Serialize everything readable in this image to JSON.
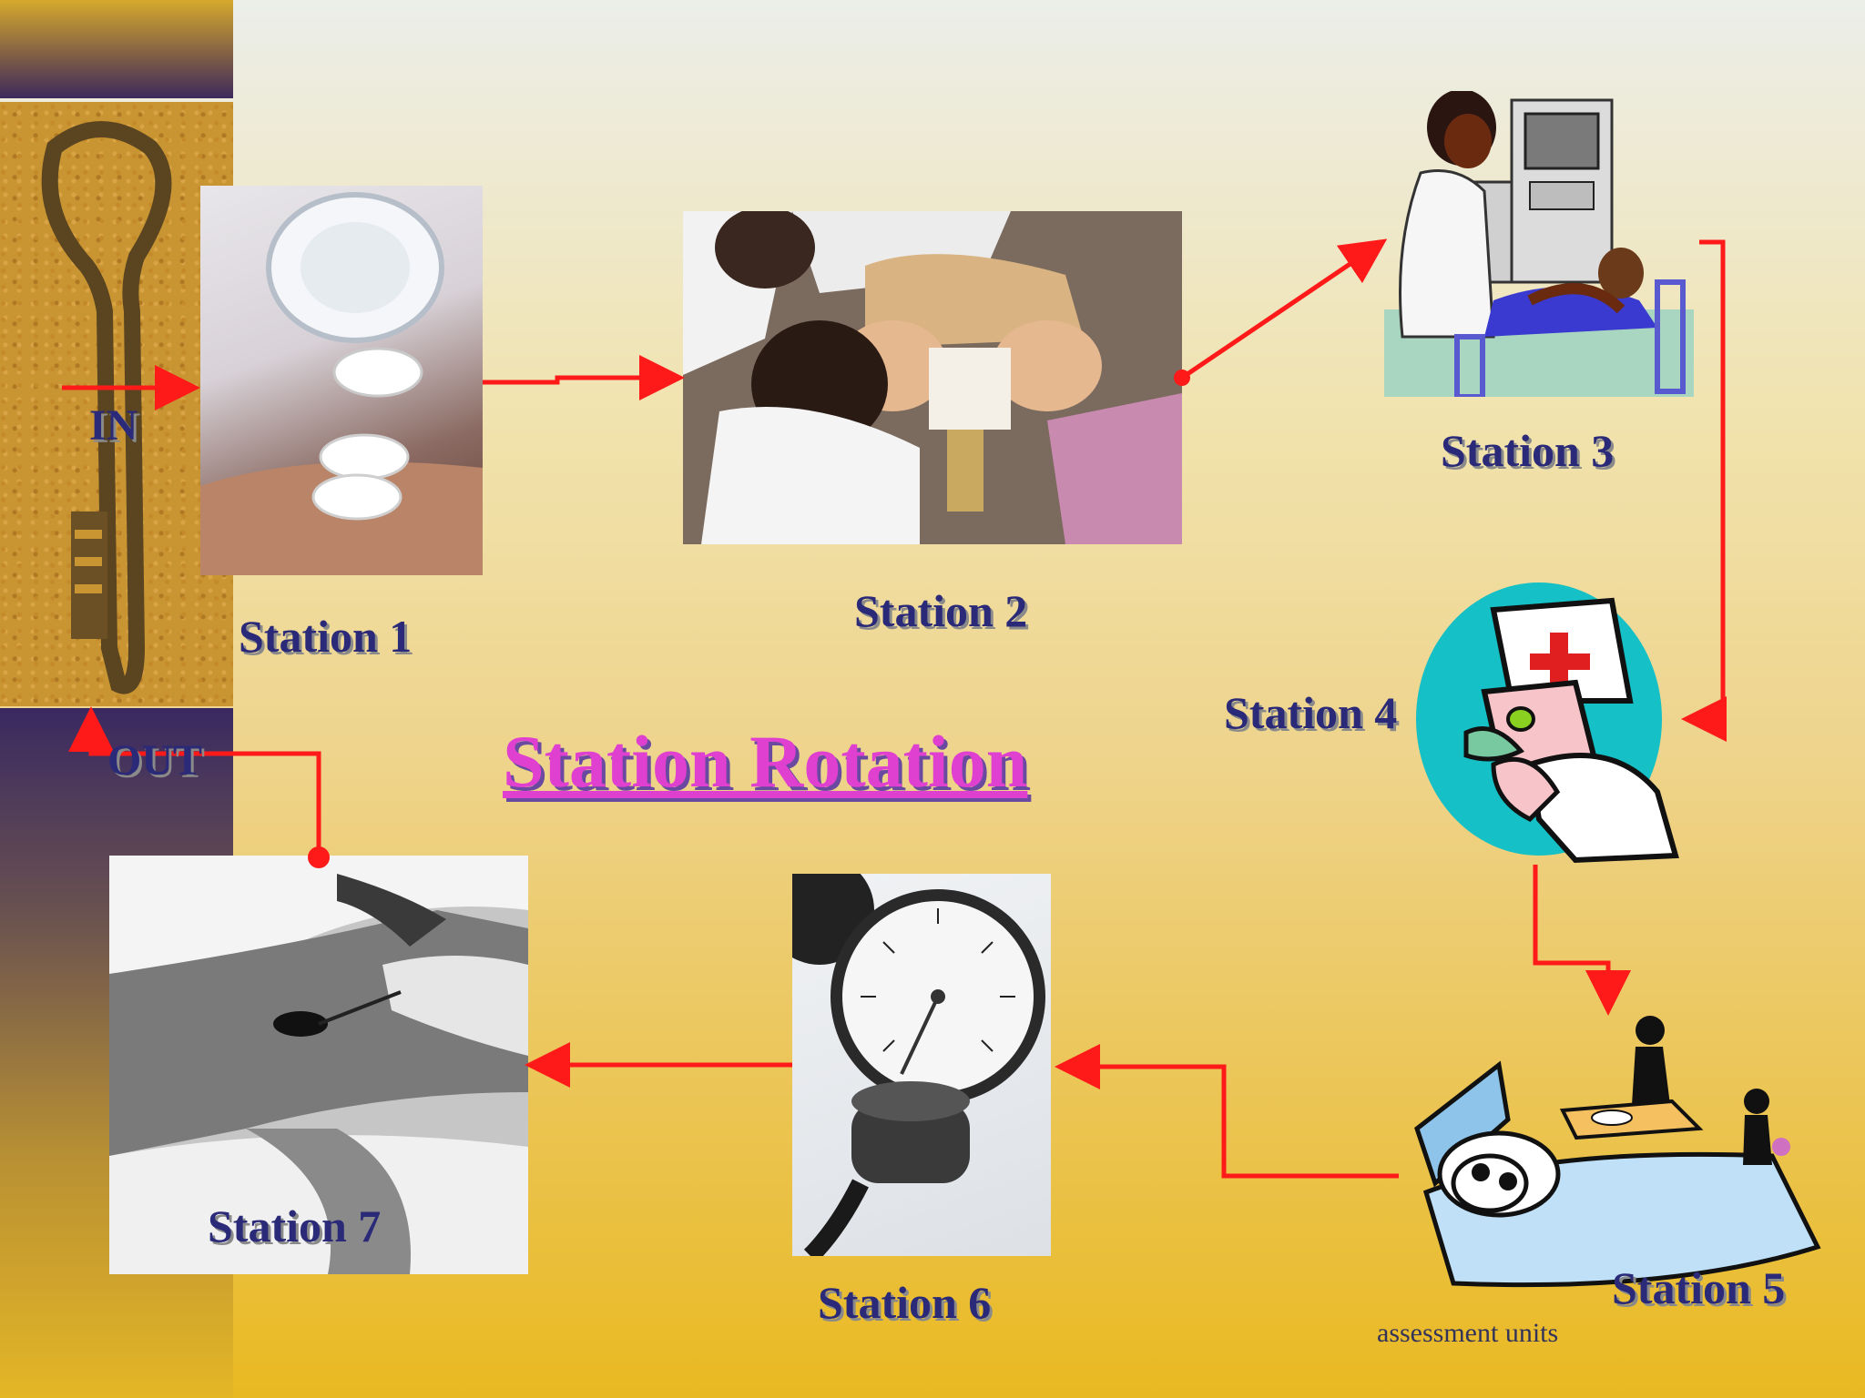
{
  "title": "Station Rotation",
  "in_label": "IN",
  "out_label": "OUT",
  "footnote": "assessment units",
  "stations": [
    {
      "label": "Station 1",
      "image": "pills-pouring-from-bottle"
    },
    {
      "label": "Station 2",
      "image": "clinicians-pelvic-model"
    },
    {
      "label": "Station 3",
      "image": "nurse-ultrasound-patient"
    },
    {
      "label": "Station 4",
      "image": "doctor-cartoon-stethoscope"
    },
    {
      "label": "Station 5",
      "image": "patient-in-bed-visitors"
    },
    {
      "label": "Station 6",
      "image": "sphygmomanometer-gauge"
    },
    {
      "label": "Station 7",
      "image": "wound-cleaning-patient"
    }
  ],
  "colors": {
    "arrow": "#ff1a1a",
    "label": "#2a2a78",
    "title": "#e040d0"
  }
}
